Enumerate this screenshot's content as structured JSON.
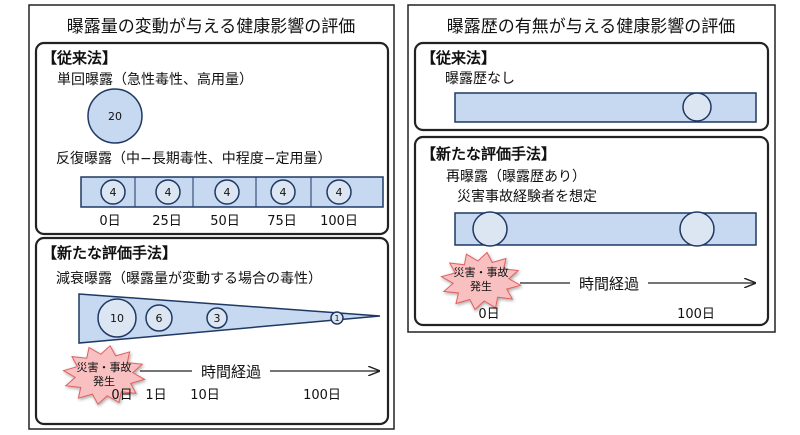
{
  "left": {
    "title": "曝露量の変動が与える健康影響の評価",
    "conventional": {
      "header": "【従来法】",
      "single": {
        "label": "単回曝露（急性毒性、高用量）",
        "dose": "20"
      },
      "repeated": {
        "label": "反復曝露（中−長期毒性、中程度−定用量）",
        "doses": [
          "4",
          "4",
          "4",
          "4",
          "4"
        ],
        "days": [
          "0日",
          "25日",
          "50日",
          "75日",
          "100日"
        ]
      }
    },
    "new_method": {
      "header": "【新たな評価手法】",
      "label": "減衰曝露（曝露量が変動する場合の毒性）",
      "doses": [
        "10",
        "6",
        "3",
        "1"
      ],
      "event": {
        "line1": "災害・事故",
        "line2": "発生"
      },
      "axis_label": "時間経過",
      "days": [
        "0日",
        "1日",
        "10日",
        "100日"
      ]
    }
  },
  "right": {
    "title": "曝露歴の有無が与える健康影響の評価",
    "conventional": {
      "header": "【従来法】",
      "label": "曝露歴なし"
    },
    "new_method": {
      "header": "【新たな評価手法】",
      "label1": "再曝露（曝露歴あり）",
      "label2": "災害事故経験者を想定",
      "event": {
        "line1": "災害・事故",
        "line2": "発生"
      },
      "axis_label": "時間経過",
      "days": [
        "0日",
        "100日"
      ]
    }
  },
  "colors": {
    "fill": "#c6d9f0",
    "stroke": "#1f3864",
    "burst_fill": "#f8c0c0",
    "burst_stroke": "#e06060"
  }
}
